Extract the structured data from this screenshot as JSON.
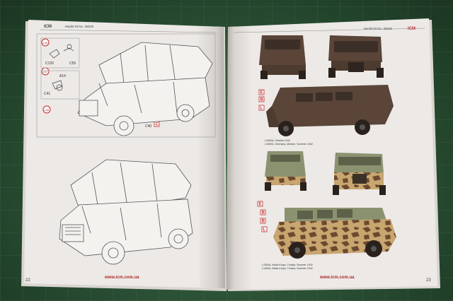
{
  "header": {
    "left_logo": "ICM",
    "left_title": "Model kit No. 35529",
    "right_logo": "ICM",
    "right_title": "Model kit No. 35529",
    "left_step": "",
    "right_step": ""
  },
  "left_page": {
    "part_labels": [
      "C120",
      "C55",
      "A14",
      "C41",
      "C40",
      "C"
    ],
    "step_numbers": [
      "136",
      "137",
      "138"
    ],
    "page_number": "22",
    "url": "www.icm.com.ua"
  },
  "right_page": {
    "scheme1_letters": [
      "E",
      "B",
      "L"
    ],
    "scheme1_caption": [
      "L1500A, Ukraine 1942",
      "L1500A, Germany, Ukraine, Summer 1942"
    ],
    "scheme2_letters": [
      "E",
      "B",
      "B",
      "L"
    ],
    "scheme2_caption": [
      "L1500A, Africa Korps, Tunisia, Summer 1942",
      "L1500A, Afrika Korps, Tunisia, Summer 1942"
    ],
    "page_number": "23",
    "url": "www.icm.com.ua"
  },
  "colors": {
    "mat": "#2f5a3a",
    "paper": "#ece9e6",
    "accent_red": "#c02a2a",
    "vehicle_brown": "#5a4538",
    "camo_tan": "#c9a56f",
    "camo_dark": "#6b4a2f"
  }
}
